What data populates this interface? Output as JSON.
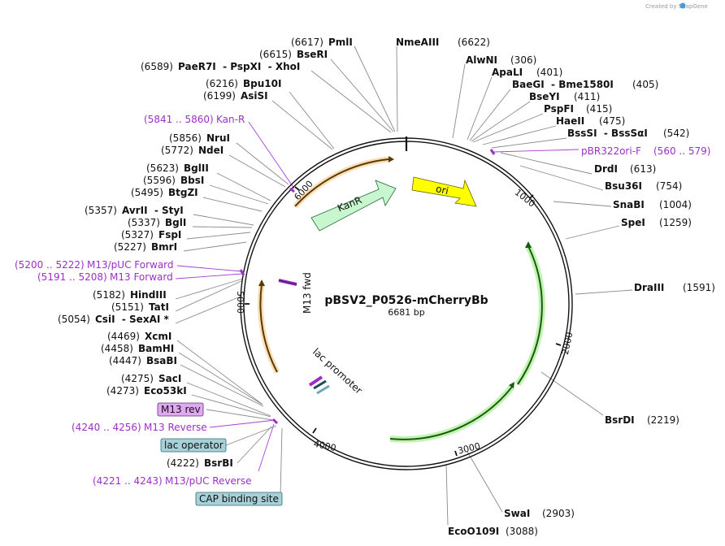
{
  "watermark": "Created by SnapGene",
  "plasmid": {
    "name": "pBSV2_P0526-mCherryBb",
    "size": "6681 bp"
  },
  "ticks": [
    "1000",
    "2000",
    "3000",
    "4000",
    "5000",
    "6000"
  ],
  "features": {
    "kanr": "KanR",
    "ori": "ori",
    "m13fwd": "M13 fwd",
    "lacpromoter": "lac promoter"
  },
  "sites": [
    {
      "pos": "(6617)",
      "name": "PmlI"
    },
    {
      "pos": "(6622)",
      "name": "NmeAIII"
    },
    {
      "pos": "(6615)",
      "name": "BseRI"
    },
    {
      "pos": "(6589)",
      "name": "PaeR7I  - PspXI  - XhoI"
    },
    {
      "pos": "(6216)",
      "name": "Bpu10I"
    },
    {
      "pos": "(6199)",
      "name": "AsiSI"
    },
    {
      "pos": "(5856)",
      "name": "NruI"
    },
    {
      "pos": "(5772)",
      "name": "NdeI"
    },
    {
      "pos": "(5623)",
      "name": "BglII"
    },
    {
      "pos": "(5596)",
      "name": "BbsI"
    },
    {
      "pos": "(5495)",
      "name": "BtgZI"
    },
    {
      "pos": "(5357)",
      "name": "AvrII  - StyI"
    },
    {
      "pos": "(5337)",
      "name": "BglI"
    },
    {
      "pos": "(5327)",
      "name": "FspI"
    },
    {
      "pos": "(5227)",
      "name": "BmrI"
    },
    {
      "pos": "(5182)",
      "name": "HindIII"
    },
    {
      "pos": "(5151)",
      "name": "TatI"
    },
    {
      "pos": "(5054)",
      "name": "CsiI  - SexAI *"
    },
    {
      "pos": "(4469)",
      "name": "XcmI"
    },
    {
      "pos": "(4458)",
      "name": "BamHI"
    },
    {
      "pos": "(4447)",
      "name": "BsaBI"
    },
    {
      "pos": "(4275)",
      "name": "SacI"
    },
    {
      "pos": "(4273)",
      "name": "Eco53kI"
    },
    {
      "pos": "(4222)",
      "name": "BsrBI"
    },
    {
      "pos": "(306)",
      "name": "AlwNI"
    },
    {
      "pos": "(401)",
      "name": "ApaLI"
    },
    {
      "pos": "(405)",
      "name": "BaeGI  - Bme1580I"
    },
    {
      "pos": "(411)",
      "name": "BseYI"
    },
    {
      "pos": "(415)",
      "name": "PspFI"
    },
    {
      "pos": "(475)",
      "name": "HaeII"
    },
    {
      "pos": "(542)",
      "name": "BssSI  - BssSαI"
    },
    {
      "pos": "(613)",
      "name": "DrdI"
    },
    {
      "pos": "(754)",
      "name": "Bsu36I"
    },
    {
      "pos": "(1004)",
      "name": "SnaBI"
    },
    {
      "pos": "(1259)",
      "name": "SpeI"
    },
    {
      "pos": "(1591)",
      "name": "DraIII"
    },
    {
      "pos": "(2219)",
      "name": "BsrDI"
    },
    {
      "pos": "(2903)",
      "name": "SwaI"
    },
    {
      "pos": "(3088)",
      "name": "EcoO109I"
    }
  ],
  "primers": [
    {
      "range": "(5841 .. 5860)",
      "name": "Kan-R"
    },
    {
      "range": "(5200 .. 5222)",
      "name": "M13/pUC Forward"
    },
    {
      "range": "(5191 .. 5208)",
      "name": "M13 Forward"
    },
    {
      "range": "(4240 .. 4256)",
      "name": "M13 Reverse"
    },
    {
      "range": "(4221 .. 4243)",
      "name": "M13/pUC Reverse"
    },
    {
      "range": "(560 .. 579)",
      "name": "pBR322ori-F"
    }
  ],
  "boxes": {
    "m13rev": "M13 rev",
    "lacoperator": "lac operator",
    "cap": "CAP binding site"
  },
  "colors": {
    "kanr_fill": "#c8f7cf",
    "ori_fill": "#ffff00",
    "orange_arc": "#f0a030",
    "green_arc": "#a8f090",
    "primer_purple": "#9b30c8",
    "box_purple": "#e0a8f0",
    "box_teal": "#a8d0d8"
  }
}
